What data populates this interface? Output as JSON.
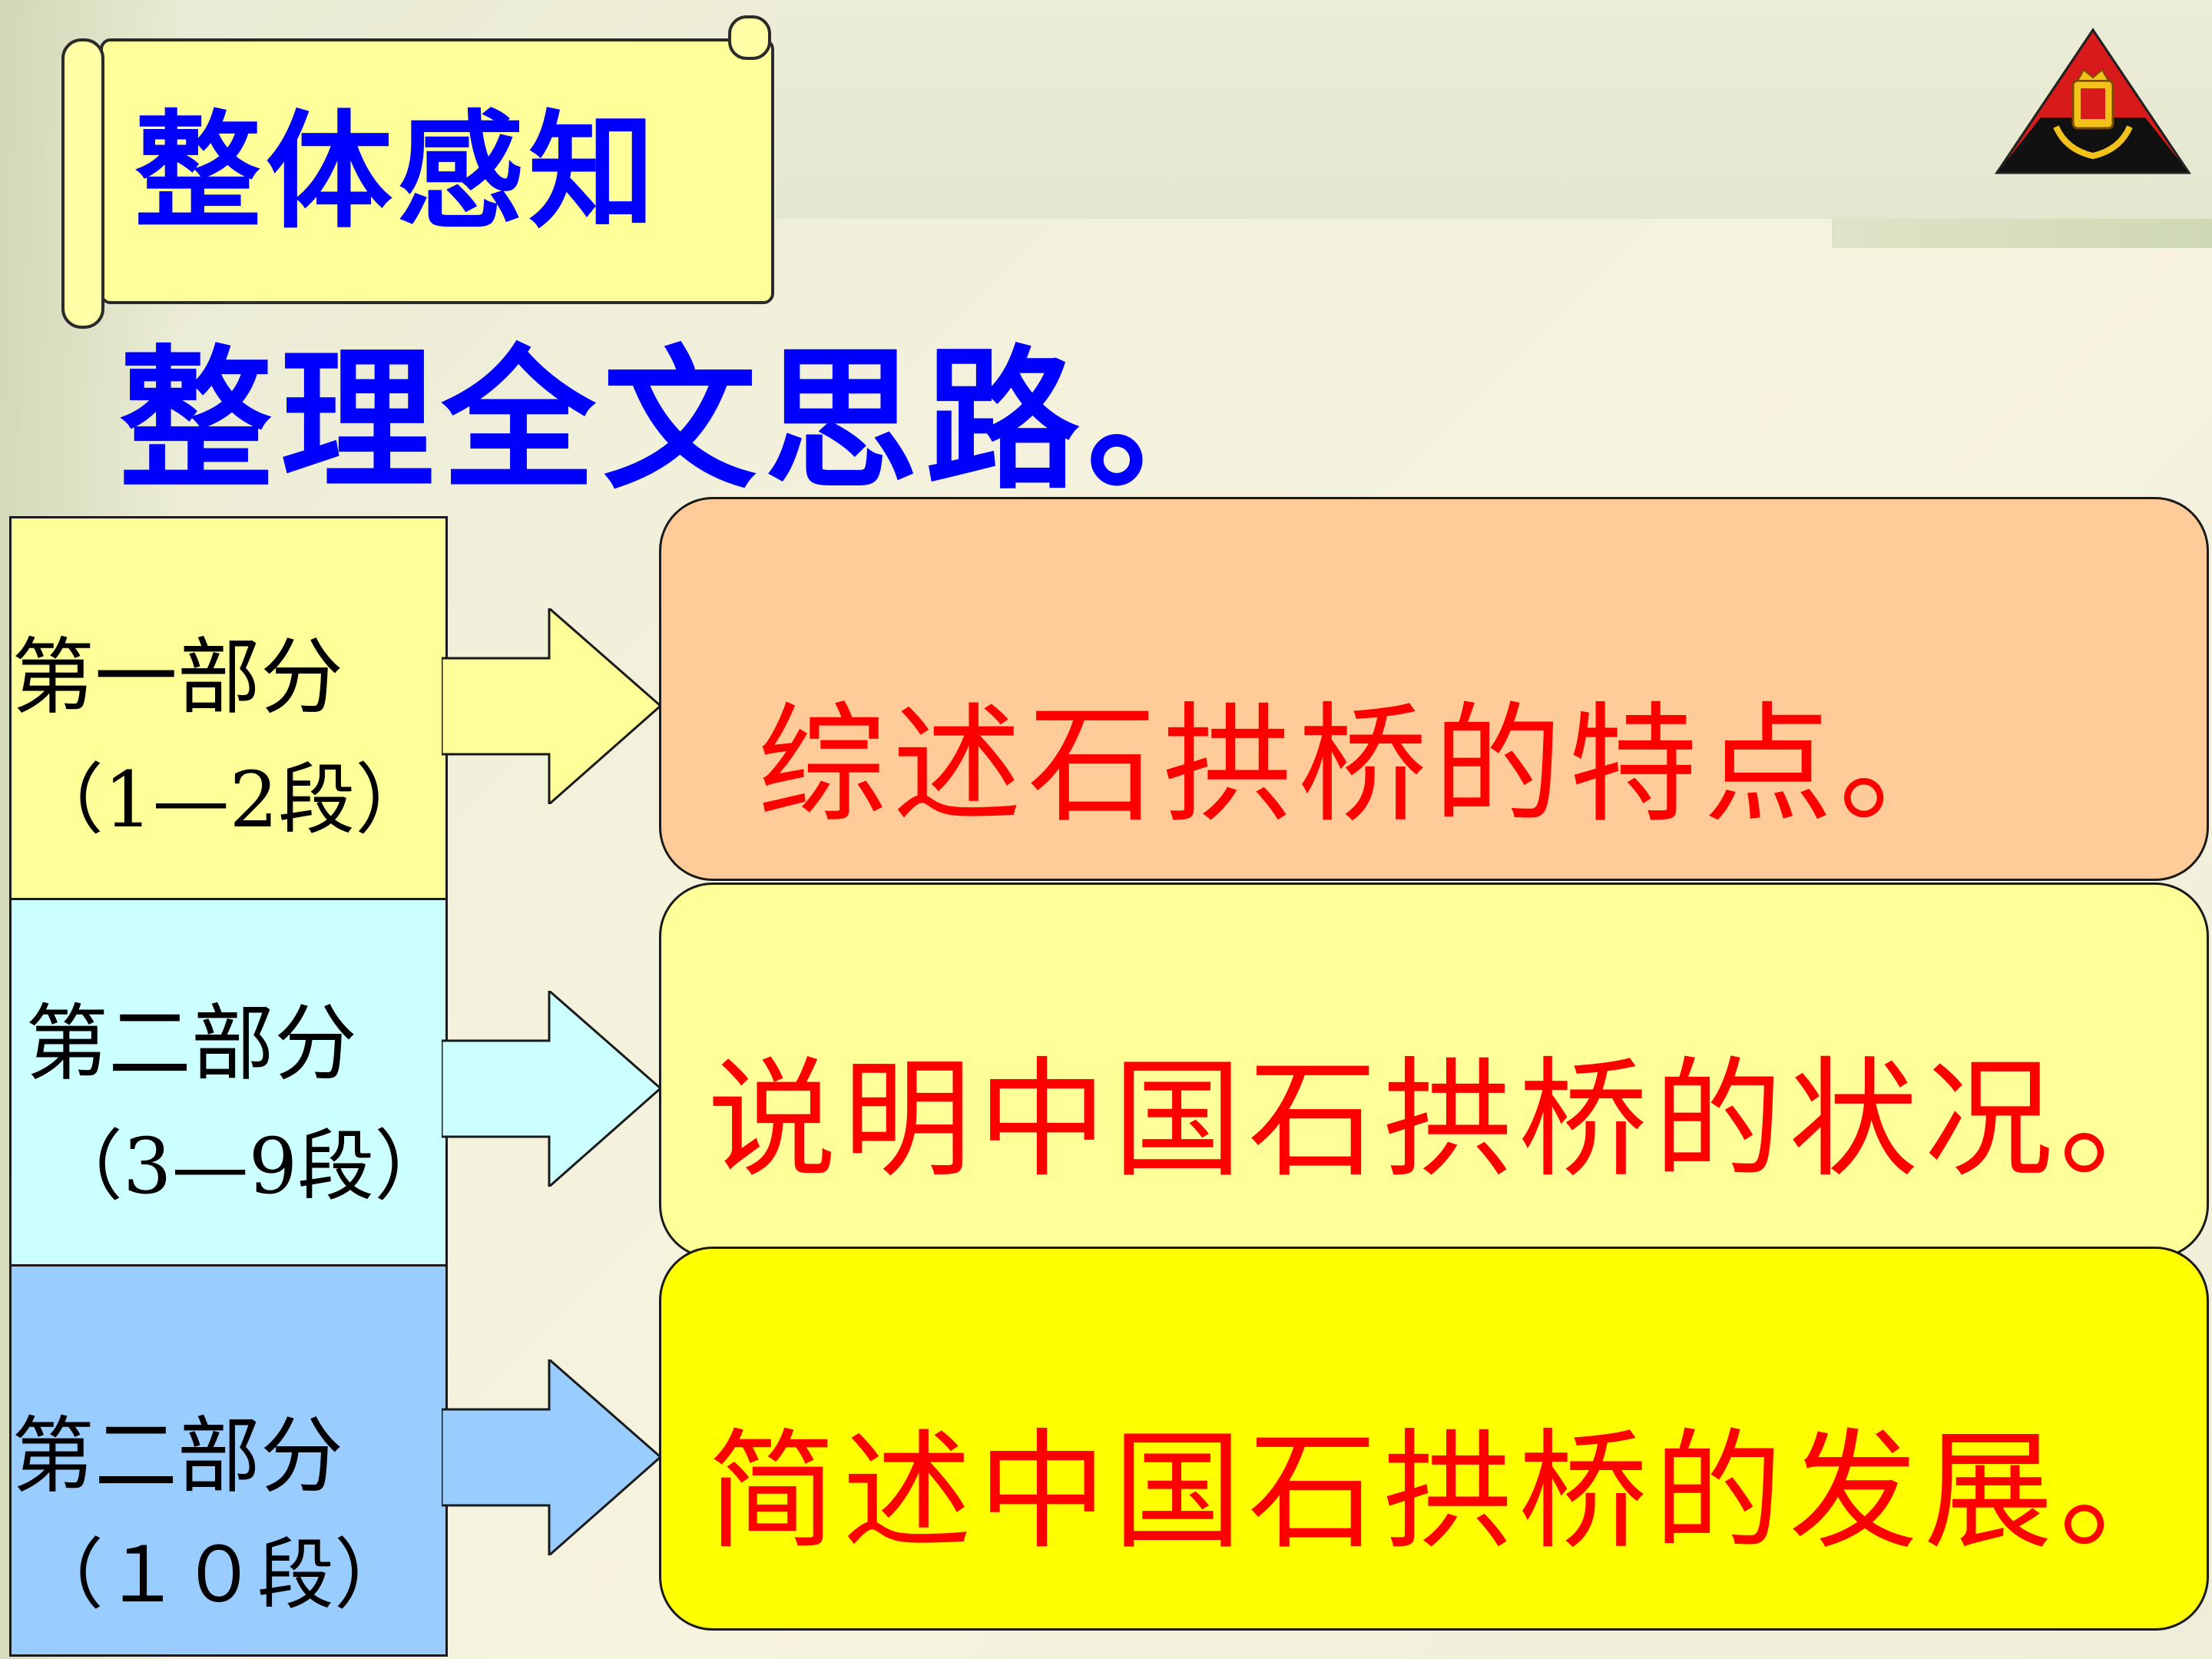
{
  "title": "整体感知",
  "subheading": "整理全文思路。",
  "parts": [
    {
      "label": "第一部分",
      "range": "（1—2段）",
      "summary": "综述石拱桥的特点。",
      "part_color": "#ffff99",
      "box_color": "#ffcc99"
    },
    {
      "label": "第二部分",
      "range": "（3—9段）",
      "summary": "说明中国石拱桥的状况。",
      "part_color": "#ccffff",
      "box_color": "#ffff99"
    },
    {
      "label": "第二部分",
      "range": "（１０段）",
      "summary": "简述中国石拱桥的发展。",
      "part_color": "#99ccff",
      "box_color": "#ffff00"
    }
  ],
  "colors": {
    "title_text": "#0000ff",
    "summary_text": "#ff0000"
  },
  "icons": {
    "logo": "crest-triangle-logo"
  }
}
